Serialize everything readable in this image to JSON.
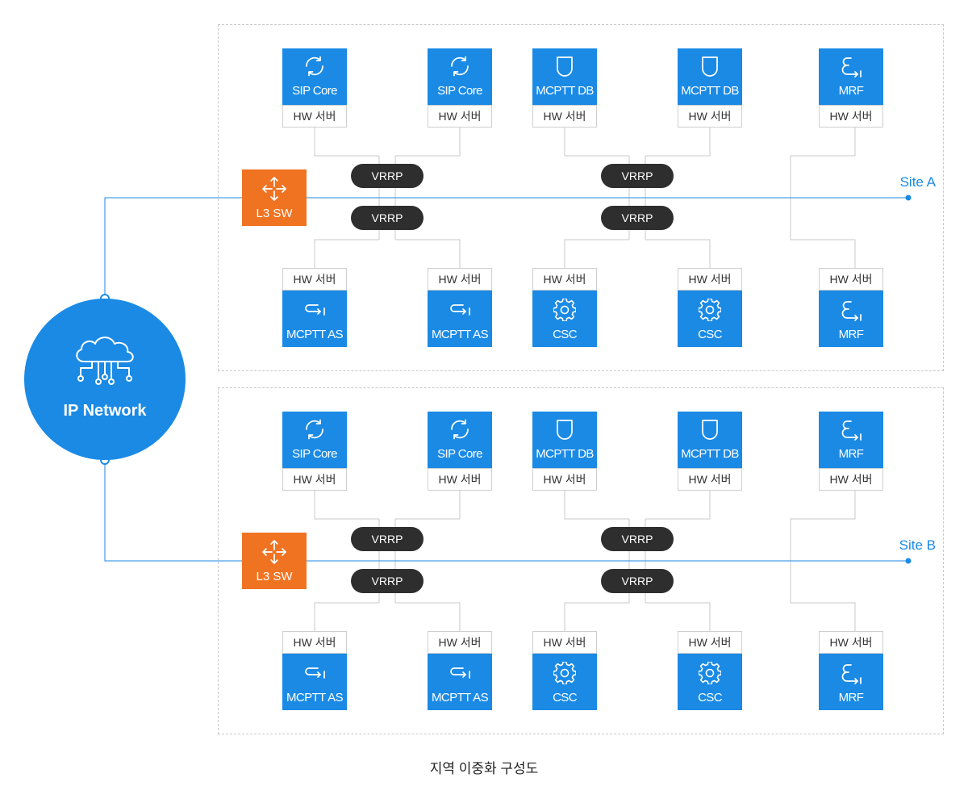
{
  "colors": {
    "accent_blue": "#1a8ae5",
    "switch_orange": "#f07322",
    "vrrp_dark": "#2e2e2e",
    "line_gray": "#c8c8c8"
  },
  "network": {
    "label": "IP Network",
    "icon": "cloud-network-icon"
  },
  "sites": [
    {
      "site_label": "Site A",
      "switch_label": "L3 SW",
      "vrrp_labels": [
        "VRRP",
        "VRRP",
        "VRRP",
        "VRRP"
      ],
      "top_nodes": [
        {
          "label": "SIP Core",
          "sub": "HW 서버",
          "icon": "sync-icon"
        },
        {
          "label": "SIP Core",
          "sub": "HW 서버",
          "icon": "sync-icon"
        },
        {
          "label": "MCPTT DB",
          "sub": "HW 서버",
          "icon": "database-icon"
        },
        {
          "label": "MCPTT DB",
          "sub": "HW 서버",
          "icon": "database-icon"
        },
        {
          "label": "MRF",
          "sub": "HW 서버",
          "icon": "media-icon"
        }
      ],
      "bottom_nodes": [
        {
          "label": "MCPTT AS",
          "sub": "HW 서버",
          "icon": "app-server-icon"
        },
        {
          "label": "MCPTT AS",
          "sub": "HW 서버",
          "icon": "app-server-icon"
        },
        {
          "label": "CSC",
          "sub": "HW 서버",
          "icon": "gear-icon"
        },
        {
          "label": "CSC",
          "sub": "HW 서버",
          "icon": "gear-icon"
        },
        {
          "label": "MRF",
          "sub": "HW 서버",
          "icon": "media-icon"
        }
      ]
    },
    {
      "site_label": "Site B",
      "switch_label": "L3 SW",
      "vrrp_labels": [
        "VRRP",
        "VRRP",
        "VRRP",
        "VRRP"
      ],
      "top_nodes": [
        {
          "label": "SIP Core",
          "sub": "HW 서버",
          "icon": "sync-icon"
        },
        {
          "label": "SIP Core",
          "sub": "HW 서버",
          "icon": "sync-icon"
        },
        {
          "label": "MCPTT DB",
          "sub": "HW 서버",
          "icon": "database-icon"
        },
        {
          "label": "MCPTT DB",
          "sub": "HW 서버",
          "icon": "database-icon"
        },
        {
          "label": "MRF",
          "sub": "HW 서버",
          "icon": "media-icon"
        }
      ],
      "bottom_nodes": [
        {
          "label": "MCPTT AS",
          "sub": "HW 서버",
          "icon": "app-server-icon"
        },
        {
          "label": "MCPTT AS",
          "sub": "HW 서버",
          "icon": "app-server-icon"
        },
        {
          "label": "CSC",
          "sub": "HW 서버",
          "icon": "gear-icon"
        },
        {
          "label": "CSC",
          "sub": "HW 서버",
          "icon": "gear-icon"
        },
        {
          "label": "MRF",
          "sub": "HW 서버",
          "icon": "media-icon"
        }
      ]
    }
  ],
  "caption": "지역 이중화 구성도"
}
